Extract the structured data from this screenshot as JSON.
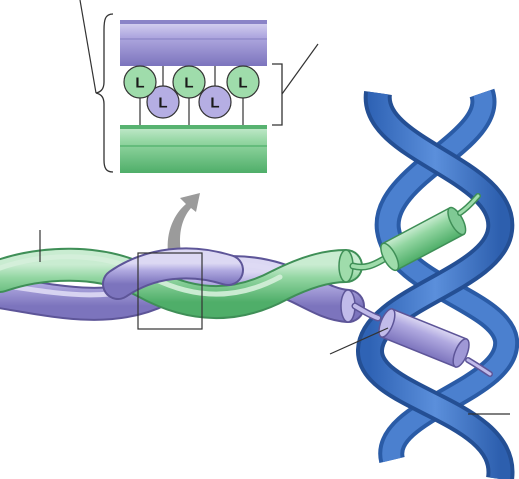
{
  "zoom_inset": {
    "residues": [
      {
        "letter": "L",
        "helix": "green"
      },
      {
        "letter": "L",
        "helix": "purple"
      },
      {
        "letter": "L",
        "helix": "green"
      },
      {
        "letter": "L",
        "helix": "purple"
      },
      {
        "letter": "L",
        "helix": "green"
      }
    ]
  },
  "colors": {
    "green_helix": "#86cf97",
    "green_helix_dark": "#3f9a5a",
    "purple_helix": "#aaa2dc",
    "purple_helix_dark": "#6b63a8",
    "dna_strand": "#3f74c4",
    "dna_strand_dark": "#244f94",
    "arrow": "#9b9b9b",
    "line": "#333333"
  },
  "icons": {
    "zoom_arrow": "curved-arrow-up"
  }
}
